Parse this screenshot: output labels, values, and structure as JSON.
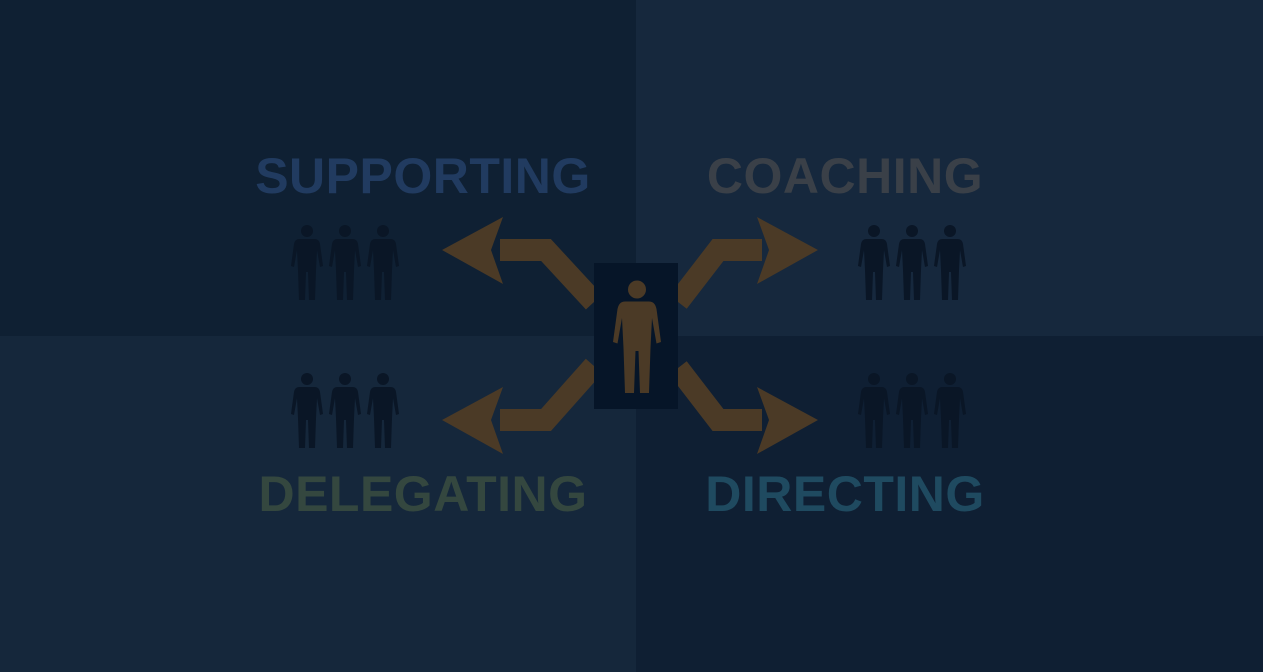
{
  "styles": [
    {
      "name": "SUPPORTING",
      "color": "#213b60",
      "position": "top-left"
    },
    {
      "name": "COACHING",
      "color": "#3a4048",
      "position": "top-right"
    },
    {
      "name": "DELEGATING",
      "color": "#34473f",
      "position": "bottom-left"
    },
    {
      "name": "DIRECTING",
      "color": "#1f4a60",
      "position": "bottom-right"
    }
  ],
  "colors": {
    "arrow": "#4b3a26",
    "leader_figure": "#4b3a26",
    "leader_box": "#061528",
    "team_figure": "#0a1626"
  },
  "icons": {
    "leader": "person-icon",
    "team": "people-group-icon"
  }
}
